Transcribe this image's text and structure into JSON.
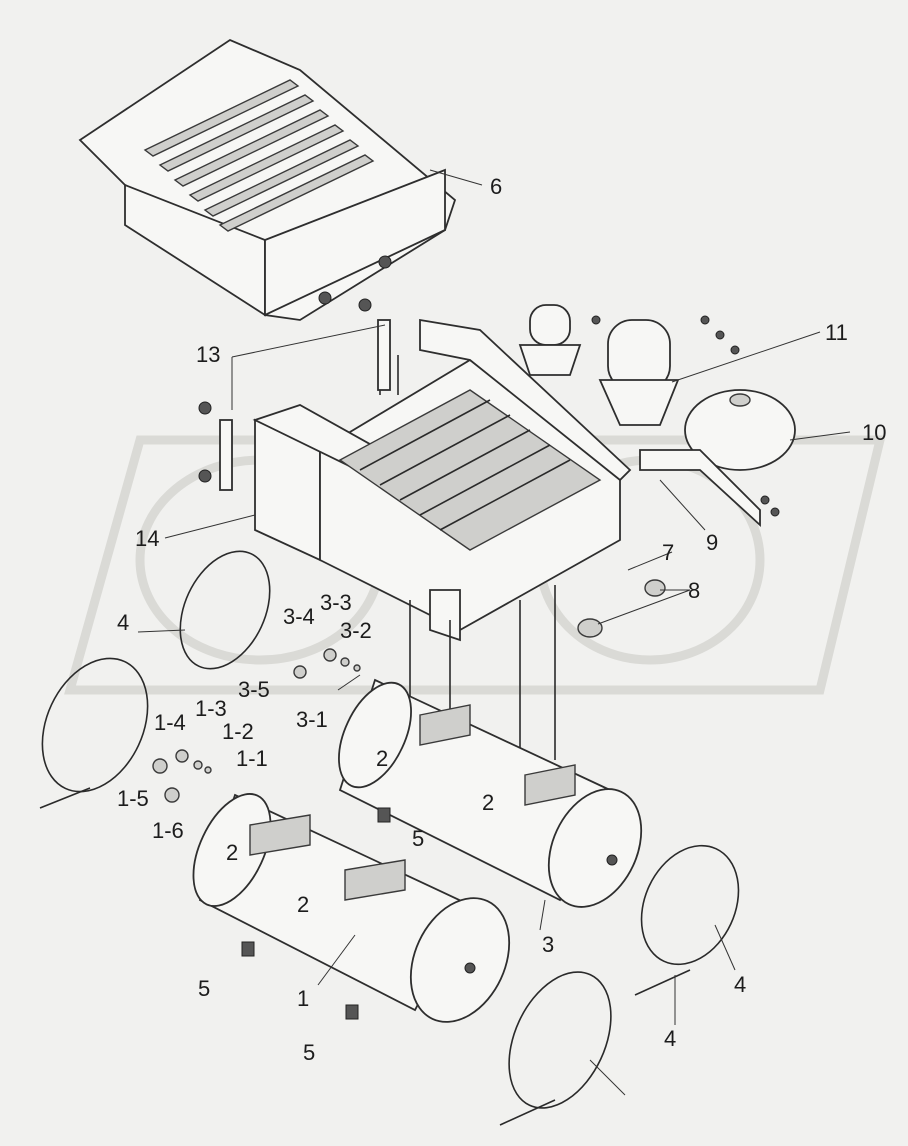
{
  "diagram": {
    "colors": {
      "background": "#f1f1ef",
      "line": "#2a2a2a",
      "watermark": "#dadad6"
    },
    "callouts": {
      "c6": "6",
      "c13": "13",
      "c11": "11",
      "c10": "10",
      "c14": "14",
      "c9": "9",
      "c7": "7",
      "c8": "8",
      "c4a": "4",
      "c3_4": "3-4",
      "c3_3": "3-3",
      "c3_2": "3-2",
      "c3_5": "3-5",
      "c3_1": "3-1",
      "c1_4": "1-4",
      "c1_3": "1-3",
      "c1_2": "1-2",
      "c1_1": "1-1",
      "c1_5": "1-5",
      "c1_6": "1-6",
      "c2a": "2",
      "c2b": "2",
      "c2c": "2",
      "c2d": "2",
      "c5a": "5",
      "c5b": "5",
      "c5c": "5",
      "c3": "3",
      "c1": "1",
      "c4b": "4",
      "c4c": "4"
    }
  }
}
